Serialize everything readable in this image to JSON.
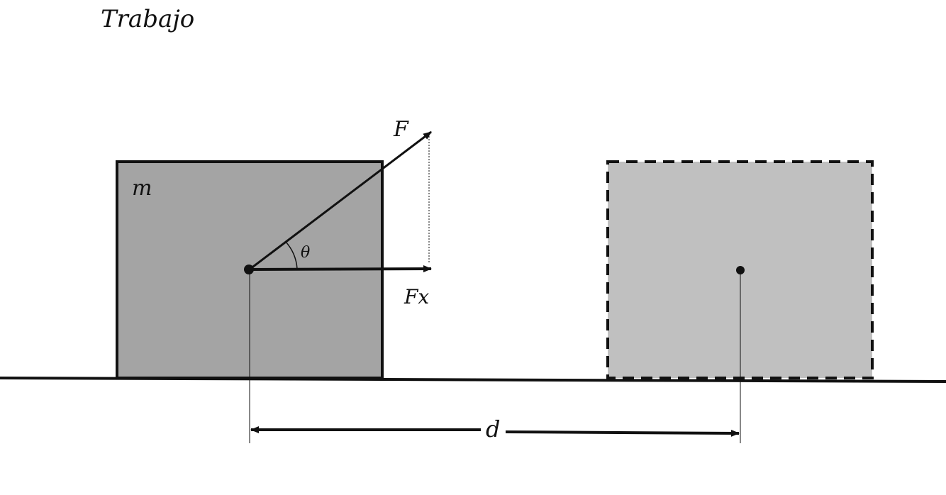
{
  "title": "Trabajo",
  "labels": {
    "mass": "m",
    "force": "F",
    "force_x": "Fx",
    "angle": "θ",
    "distance": "d"
  },
  "colors": {
    "initial_block_fill": "#a4a4a4",
    "final_block_fill": "#c0c0c0",
    "stroke": "#111111",
    "background": "#ffffff"
  }
}
